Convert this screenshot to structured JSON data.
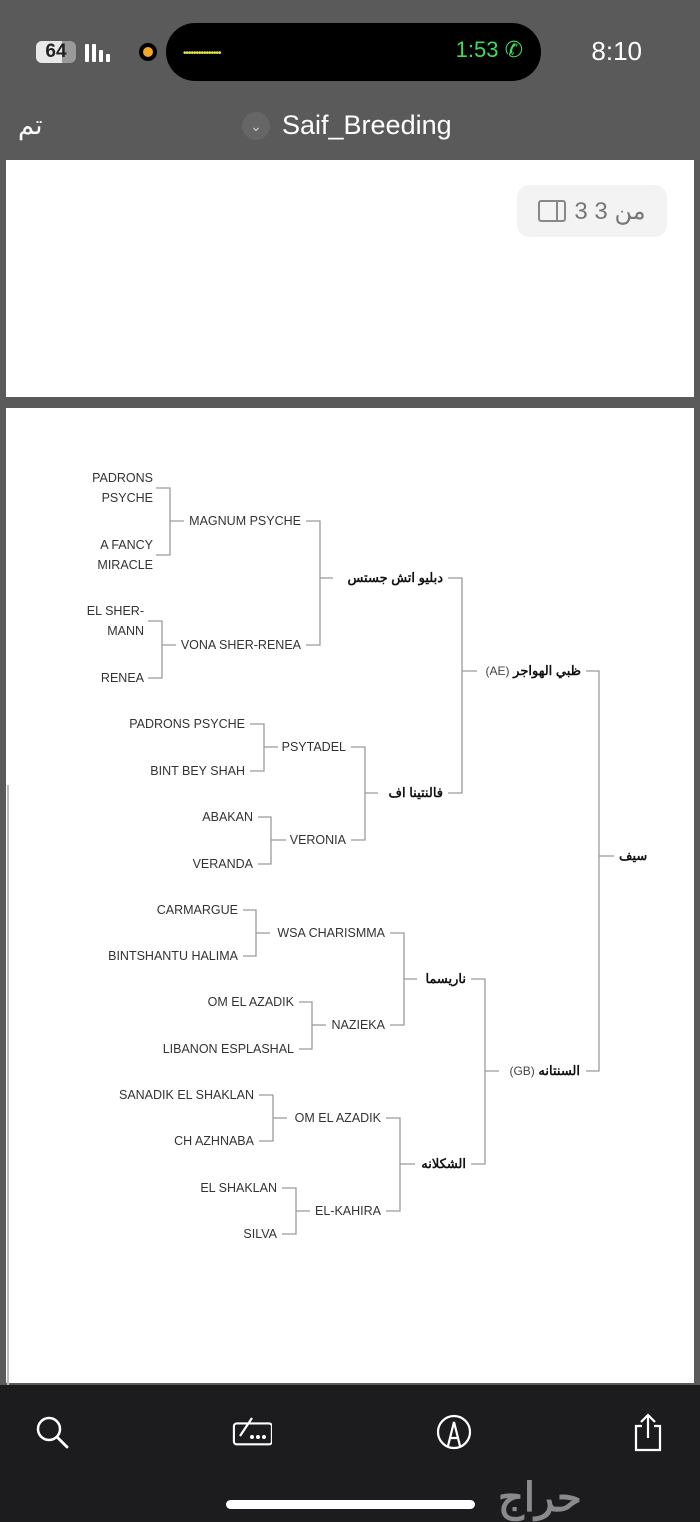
{
  "status": {
    "battery": "64",
    "time": "8:10",
    "call_time": "1:53",
    "accent_call": "#3ddc5a"
  },
  "nav": {
    "done": "تم",
    "title": "Saif_Breeding"
  },
  "page_badge": {
    "label": "3 من 3"
  },
  "pedigree": {
    "subject": "سيف",
    "sire": {
      "name": "ظبي الهواجر",
      "country": "(AE)"
    },
    "dam": {
      "name": "السنتانه",
      "country": "(GB)"
    },
    "ss": "دبليو اتش جستس",
    "sd": "فالنتينا اف",
    "ds": "ناريسما",
    "dd": "الشكلانه",
    "sss": "MAGNUM PSYCHE",
    "ssd": "VONA SHER-RENEA",
    "sds": "PSYTADEL",
    "sdd": "VERONIA",
    "dss": "WSA CHARISMMA",
    "dsd": "NAZIEKA",
    "dds": "OM EL AZADIK",
    "ddd": "EL-KAHIRA",
    "ssss": "PADRONS PSYCHE",
    "sssd": "A FANCY MIRACLE",
    "ssds": "EL SHER-MANN",
    "ssdd": "RENEA",
    "sdss": "PADRONS PSYCHE",
    "sdsd": "BINT BEY SHAH",
    "sdds": "ABAKAN",
    "sddd": "VERANDA",
    "dsss": "CARMARGUE",
    "dssd": "BINTSHANTU HALIMA",
    "dsds": "OM EL AZADIK",
    "dsdd": "LIBANON ESPLASHAL",
    "ddss": "SANADIK EL SHAKLAN",
    "ddsd": "CH AZHNABA",
    "ddds": "EL SHAKLAN",
    "dddd": "SILVA"
  },
  "watermark": "حراج"
}
